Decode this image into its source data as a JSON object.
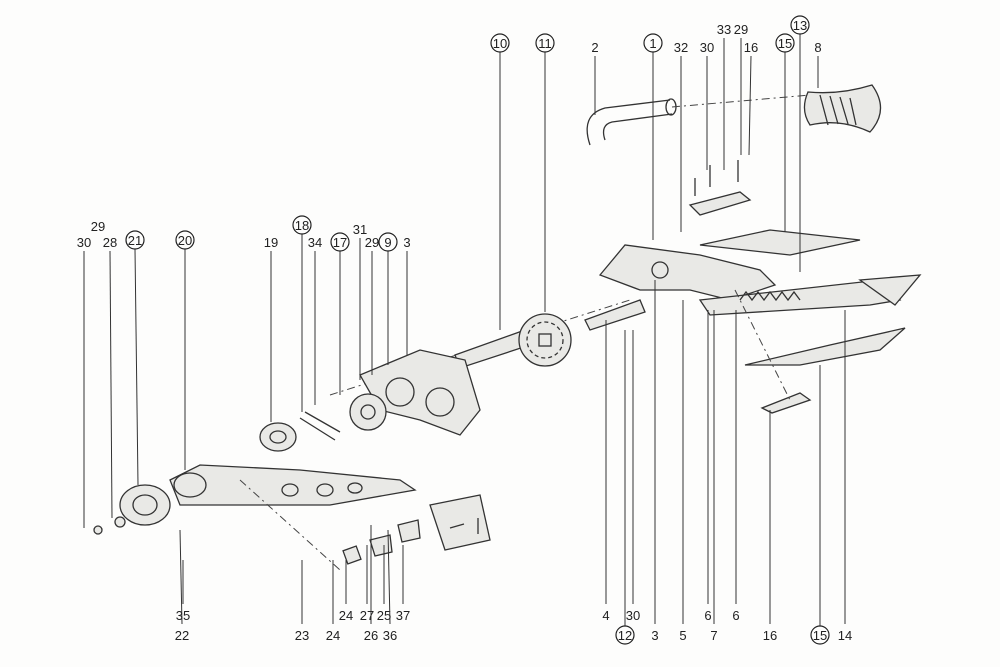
{
  "callouts": [
    {
      "text": "2",
      "circled": false
    },
    {
      "text": "1",
      "circled": true
    },
    {
      "text": "32",
      "circled": false
    },
    {
      "text": "30",
      "circled": false
    },
    {
      "text": "33",
      "circled": false
    },
    {
      "text": "29",
      "circled": false
    },
    {
      "text": "16",
      "circled": false
    },
    {
      "text": "15",
      "circled": true
    },
    {
      "text": "13",
      "circled": true
    },
    {
      "text": "8",
      "circled": false
    },
    {
      "text": "10",
      "circled": true
    },
    {
      "text": "11",
      "circled": true
    },
    {
      "text": "29",
      "circled": false
    },
    {
      "text": "30",
      "circled": false
    },
    {
      "text": "28",
      "circled": false
    },
    {
      "text": "21",
      "circled": true
    },
    {
      "text": "20",
      "circled": true
    },
    {
      "text": "19",
      "circled": false
    },
    {
      "text": "18",
      "circled": true
    },
    {
      "text": "34",
      "circled": false
    },
    {
      "text": "17",
      "circled": true
    },
    {
      "text": "31",
      "circled": false
    },
    {
      "text": "29",
      "circled": false
    },
    {
      "text": "9",
      "circled": true
    },
    {
      "text": "3",
      "circled": false
    },
    {
      "text": "35",
      "circled": false
    },
    {
      "text": "24",
      "circled": false
    },
    {
      "text": "27",
      "circled": false
    },
    {
      "text": "25",
      "circled": false
    },
    {
      "text": "37",
      "circled": false
    },
    {
      "text": "4",
      "circled": false
    },
    {
      "text": "30",
      "circled": false
    },
    {
      "text": "6",
      "circled": false
    },
    {
      "text": "6",
      "circled": false
    },
    {
      "text": "22",
      "circled": false
    },
    {
      "text": "23",
      "circled": false
    },
    {
      "text": "24",
      "circled": false
    },
    {
      "text": "26",
      "circled": false
    },
    {
      "text": "36",
      "circled": false
    },
    {
      "text": "12",
      "circled": true
    },
    {
      "text": "3",
      "circled": false
    },
    {
      "text": "5",
      "circled": false
    },
    {
      "text": "7",
      "circled": false
    },
    {
      "text": "16",
      "circled": false
    },
    {
      "text": "15",
      "circled": true
    },
    {
      "text": "14",
      "circled": false
    }
  ]
}
